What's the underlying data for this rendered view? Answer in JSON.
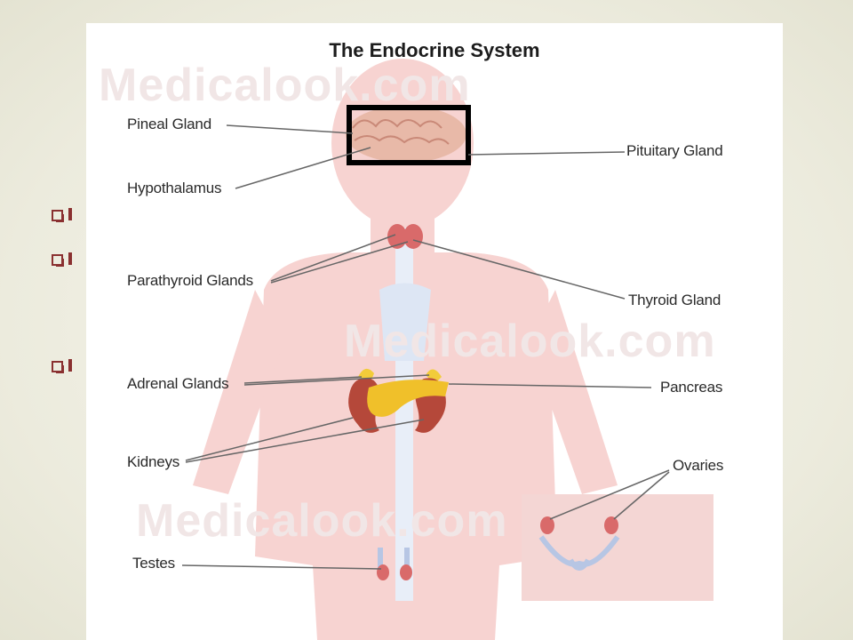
{
  "diagram": {
    "title": "The Endocrine System",
    "watermark": "Medicalook.com",
    "labels": {
      "pineal": "Pineal Gland",
      "hypothalamus": "Hypothalamus",
      "pituitary": "Pituitary Gland",
      "parathyroid": "Parathyroid Glands",
      "thyroid": "Thyroid Gland",
      "adrenal": "Adrenal Glands",
      "pancreas": "Pancreas",
      "kidneys": "Kidneys",
      "ovaries": "Ovaries",
      "testes": "Testes"
    }
  },
  "colors": {
    "body": "#f7d3d1",
    "organ_red": "#d96a6a",
    "kidney": "#b5483a",
    "adrenal": "#f2cc3a",
    "pancreas": "#f0c02a",
    "highlight_box": "#000000"
  }
}
